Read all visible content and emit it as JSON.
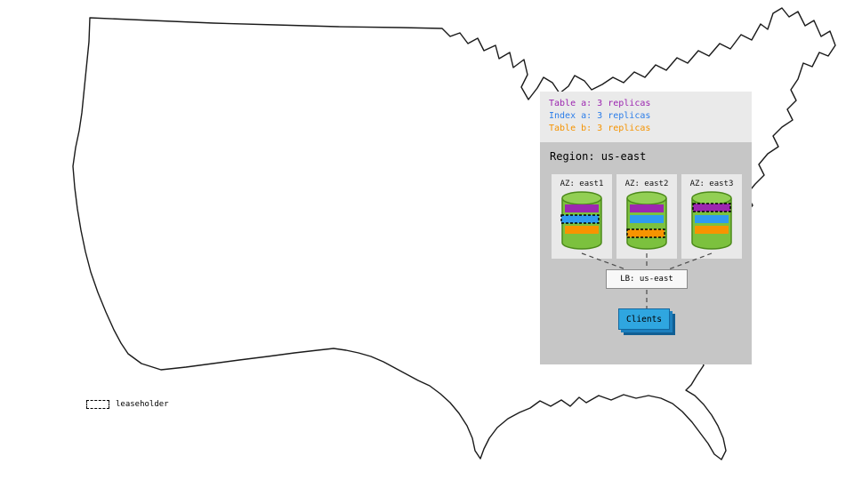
{
  "legend": {
    "items": [
      {
        "label": "Table a: 3 replicas",
        "color": "#9c27b0"
      },
      {
        "label": "Index a: 3 replicas",
        "color": "#2b7de9"
      },
      {
        "label": "Table b: 3 replicas",
        "color": "#f59300"
      }
    ]
  },
  "region": {
    "title": "Region: us-east",
    "azs": [
      {
        "label": "AZ: east1",
        "replicas": [
          {
            "name": "table-a",
            "color": "#9c27b0",
            "leaseholder": false
          },
          {
            "name": "index-a",
            "color": "#2f9bf0",
            "leaseholder": true
          },
          {
            "name": "table-b",
            "color": "#f79400",
            "leaseholder": false
          }
        ]
      },
      {
        "label": "AZ: east2",
        "replicas": [
          {
            "name": "table-a",
            "color": "#9c27b0",
            "leaseholder": false
          },
          {
            "name": "index-a",
            "color": "#2f9bf0",
            "leaseholder": false
          },
          {
            "name": "table-b",
            "color": "#f79400",
            "leaseholder": true
          }
        ]
      },
      {
        "label": "AZ: east3",
        "replicas": [
          {
            "name": "table-a",
            "color": "#9c27b0",
            "leaseholder": true
          },
          {
            "name": "index-a",
            "color": "#2f9bf0",
            "leaseholder": false
          },
          {
            "name": "table-b",
            "color": "#f79400",
            "leaseholder": false
          }
        ]
      }
    ],
    "lb_label": "LB: us-east",
    "clients_label": "Clients"
  },
  "map_legend": {
    "label": "leaseholder"
  },
  "colors": {
    "cylinder_fill": "#7cc13e",
    "cylinder_stroke": "#4c8a1a",
    "region_bg": "#c6c6c6",
    "panel_bg": "#eaeaea",
    "clients_fill": "#2fa6e0"
  }
}
